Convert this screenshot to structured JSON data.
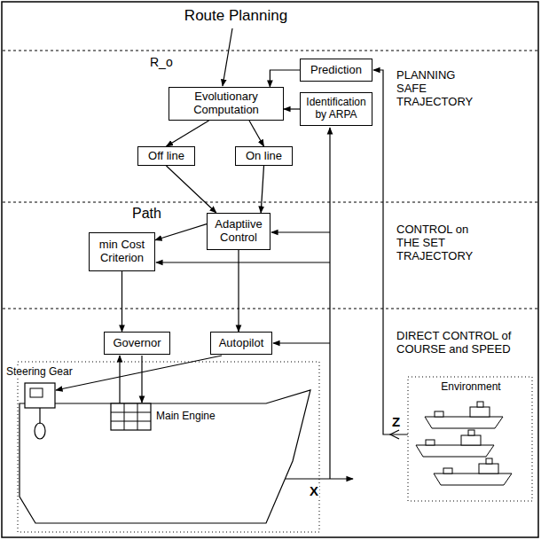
{
  "diagram": {
    "nodes": [
      {
        "text": [
          "Prediction"
        ]
      },
      {
        "text": [
          "Evolutionary Computation"
        ]
      },
      {
        "text": [
          "Identification by ARPA"
        ]
      },
      {
        "text": [
          "Off line"
        ]
      },
      {
        "text": [
          "On line"
        ]
      },
      {
        "text": [
          "Adaptiive Control"
        ]
      },
      {
        "text": [
          "min Cost Criterion"
        ]
      },
      {
        "text": [
          "Governor"
        ]
      },
      {
        "text": [
          "Autopilot"
        ]
      }
    ],
    "edges": [
      {
        "from": 0,
        "to": 1,
        "arrow": "to"
      },
      {
        "from": 2,
        "to": 1,
        "arrow": "to"
      },
      {
        "from": 1,
        "to": 3,
        "arrow": "to"
      },
      {
        "from": 1,
        "to": 4,
        "arrow": "to"
      },
      {
        "from": 3,
        "to": 5,
        "arrow": "to"
      },
      {
        "from": 4,
        "to": 5,
        "arrow": "to"
      },
      {
        "from": 5,
        "to": 6,
        "arrow": "to"
      },
      {
        "from": 6,
        "to": 7,
        "arrow": "to"
      },
      {
        "from": 5,
        "to": 8,
        "arrow": "to"
      }
    ],
    "labels": [
      "Route Planning",
      "R_o",
      "PLANNING SAFE TRAJECTORY",
      "Path",
      "CONTROL on THE SET TRAJECTORY",
      "DIRECT CONTROL of COURSE and SPEED",
      "Steering Gear",
      "Main Engine",
      "Environment",
      "Z",
      "X"
    ]
  }
}
